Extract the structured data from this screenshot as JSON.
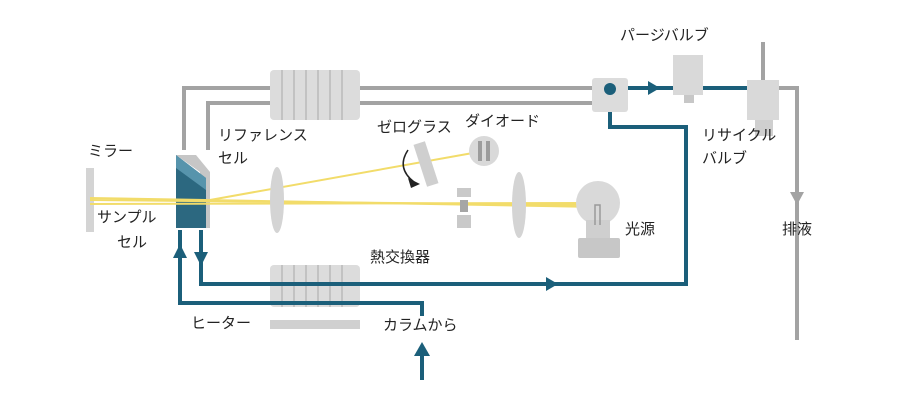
{
  "labels": {
    "mirror": "ミラー",
    "sample_cell_1": "サンプル",
    "sample_cell_2": "セル",
    "reference_cell_1": "リファレンス",
    "reference_cell_2": "セル",
    "zero_glass": "ゼログラス",
    "diode": "ダイオード",
    "purge_valve": "パージバルブ",
    "recycle_valve_1": "リサイクル",
    "recycle_valve_2": "バルブ",
    "drain": "排液",
    "light_source": "光源",
    "heat_exchanger": "熱交換器",
    "heater": "ヒーター",
    "from_column": "カラムから"
  },
  "colors": {
    "flow": "#1b5f7a",
    "gray_line": "#a3a3a3",
    "component": "#d4d4d4",
    "component_dark": "#b9b9b9",
    "beam": "#f2dc6a",
    "cell_blue": "#2c6880",
    "text": "#222222"
  }
}
